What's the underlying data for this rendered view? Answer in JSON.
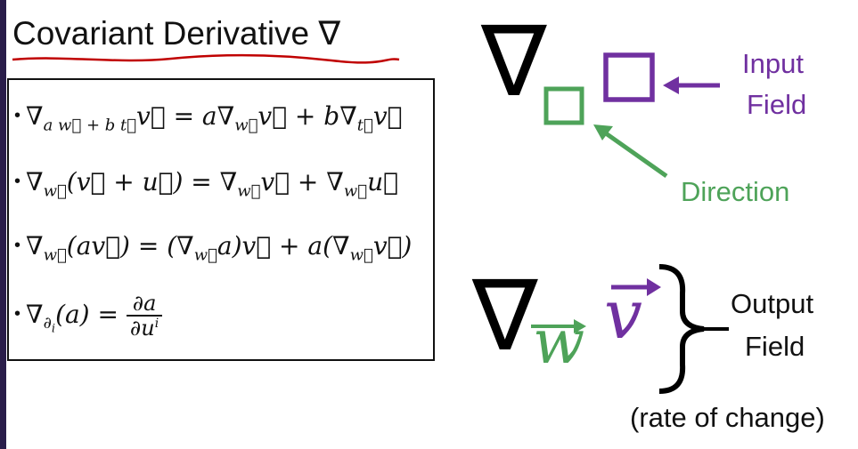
{
  "title": "Covariant Derivative ∇",
  "equations": {
    "eq1": {
      "lhs": "∇",
      "sub": "a w⃗ + b t⃗",
      "rest": "v⃗ = a∇",
      "sub2": "w⃗",
      "rest2": "v⃗ + b∇",
      "sub3": "t⃗",
      "rest3": "v⃗"
    },
    "eq2": {
      "lhs": "∇",
      "sub": "w⃗",
      "rest": "(v⃗ + u⃗) = ∇",
      "sub2": "w⃗",
      "rest2": "v⃗ + ∇",
      "sub3": "w⃗",
      "rest3": "u⃗"
    },
    "eq3": {
      "lhs": "∇",
      "sub": "w⃗",
      "rest": "(av⃗) = (∇",
      "sub2": "w⃗",
      "rest2": "a)v⃗ + a(∇",
      "sub3": "w⃗",
      "rest3": "v⃗)"
    },
    "eq4": {
      "lhs": "∇",
      "sub": "∂",
      "subsub": "i",
      "rest": "(a) = ",
      "num": "∂a",
      "den": "∂u",
      "densup": "i"
    }
  },
  "diagram": {
    "nabla": "∇",
    "input_label_1": "Input",
    "input_label_2": "Field",
    "direction_label": "Direction",
    "w_symbol": "w",
    "v_symbol": "v",
    "output_label_1": "Output",
    "output_label_2": "Field",
    "rate_label": "(rate of change)"
  },
  "colors": {
    "purple": "#7030a0",
    "green": "#4ea359",
    "underline": "#c00000",
    "edge": "#2a1d4a"
  }
}
